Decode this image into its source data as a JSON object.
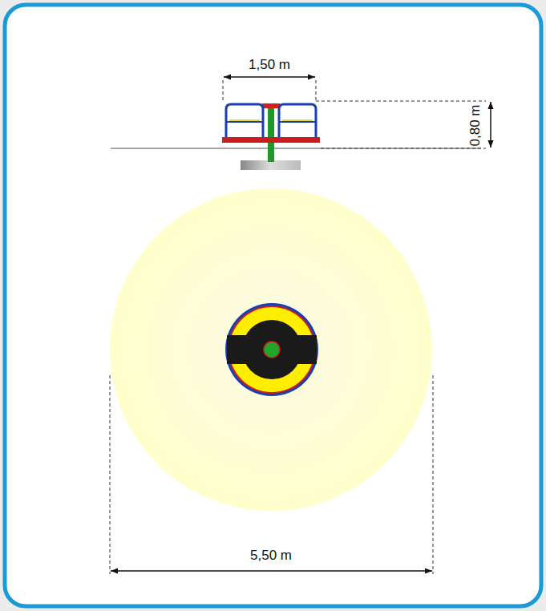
{
  "diagram": {
    "labels": [
      "1,50 m",
      "0,80 m",
      "5,50 m"
    ]
  }
}
